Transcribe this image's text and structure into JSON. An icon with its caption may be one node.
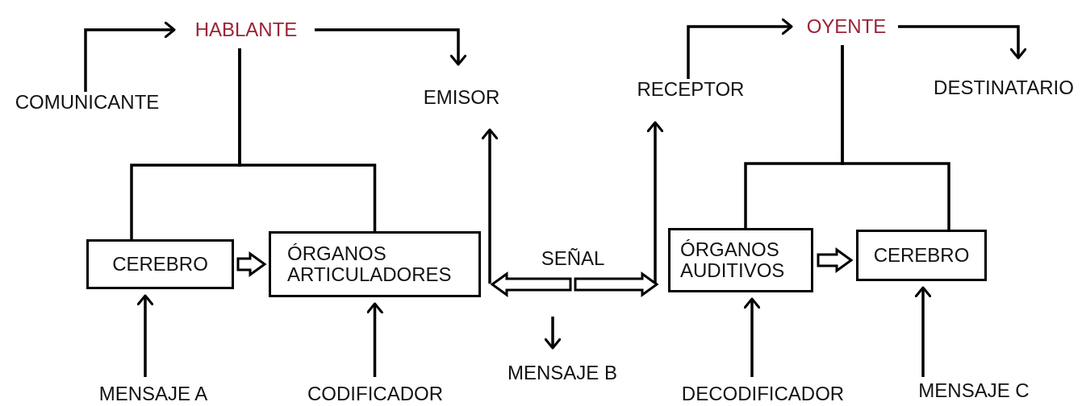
{
  "diagram": {
    "nodes": [
      {
        "text": [
          "COMUNICANTE"
        ]
      },
      {
        "text": [
          "HABLANTE"
        ]
      },
      {
        "text": [
          "EMISOR"
        ]
      },
      {
        "text": [
          "CEREBRO"
        ]
      },
      {
        "text": [
          "ÓRGANOS ARTICULADORES"
        ]
      },
      {
        "text": [
          "SEÑAL"
        ]
      },
      {
        "text": [
          "RECEPTOR"
        ]
      },
      {
        "text": [
          "OYENTE"
        ]
      },
      {
        "text": [
          "DESTINATARIO"
        ]
      },
      {
        "text": [
          "ÓRGANOS AUDITIVOS"
        ]
      },
      {
        "text": [
          "CEREBRO"
        ]
      },
      {
        "text": [
          "MENSAJE A"
        ]
      },
      {
        "text": [
          "CODIFICADOR"
        ]
      },
      {
        "text": [
          "MENSAJE B"
        ]
      },
      {
        "text": [
          "DECODIFICADOR"
        ]
      },
      {
        "text": [
          "MENSAJE C"
        ]
      }
    ],
    "edges": [
      {
        "from": 0,
        "to": 1,
        "arrow": "to"
      },
      {
        "from": 1,
        "to": 2,
        "arrow": "to"
      },
      {
        "from": 1,
        "to": 3,
        "arrow": "none"
      },
      {
        "from": 1,
        "to": 4,
        "arrow": "none"
      },
      {
        "from": 3,
        "to": 4,
        "arrow": "to",
        "style": "thick"
      },
      {
        "from": 4,
        "to": 2,
        "arrow": "to"
      },
      {
        "from": 5,
        "to": 4,
        "arrow": "to",
        "style": "thick"
      },
      {
        "from": 5,
        "to": 9,
        "arrow": "to",
        "style": "thick"
      },
      {
        "from": null,
        "to": 13,
        "arrow": "to"
      },
      {
        "from": 11,
        "to": 3,
        "arrow": "to"
      },
      {
        "from": 12,
        "to": 4,
        "arrow": "to"
      },
      {
        "from": 6,
        "to": 7,
        "arrow": "to"
      },
      {
        "from": 7,
        "to": 8,
        "arrow": "to"
      },
      {
        "from": 7,
        "to": 9,
        "arrow": "none"
      },
      {
        "from": 7,
        "to": 10,
        "arrow": "none"
      },
      {
        "from": 9,
        "to": 6,
        "arrow": "to"
      },
      {
        "from": 9,
        "to": 10,
        "arrow": "to",
        "style": "thick"
      },
      {
        "from": 14,
        "to": 9,
        "arrow": "to"
      },
      {
        "from": 15,
        "to": 10,
        "arrow": "to"
      }
    ]
  }
}
